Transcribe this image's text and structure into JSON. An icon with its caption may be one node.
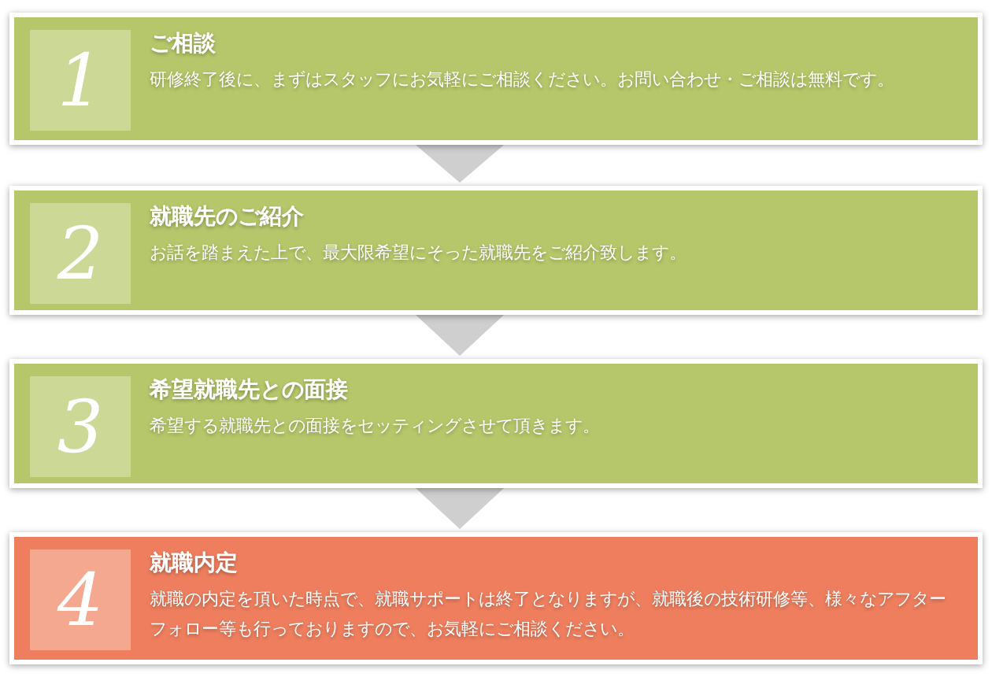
{
  "diagram": {
    "nodes": [
      {
        "text": [
          "1",
          "ご相談",
          "研修終了後に、まずはスタッフにお気軽にご相談ください。お問い合わせ・ご相談は無料です。"
        ]
      },
      {
        "text": [
          "2",
          "就職先のご紹介",
          "お話を踏まえた上で、最大限希望にそった就職先をご紹介致します。"
        ]
      },
      {
        "text": [
          "3",
          "希望就職先との面接",
          "希望する就職先との面接をセッティングさせて頂きます。"
        ]
      },
      {
        "text": [
          "4",
          "就職内定",
          "就職の内定を頂いた時点で、就職サポートは終了となりますが、就職後の技術研修等、様々なアフターフォロー等も行っておりますので、お気軽にご相談ください。"
        ]
      }
    ],
    "edges": [
      {
        "from": 0,
        "to": 1,
        "arrow": "to"
      },
      {
        "from": 1,
        "to": 2,
        "arrow": "to"
      },
      {
        "from": 2,
        "to": 3,
        "arrow": "to"
      }
    ]
  }
}
